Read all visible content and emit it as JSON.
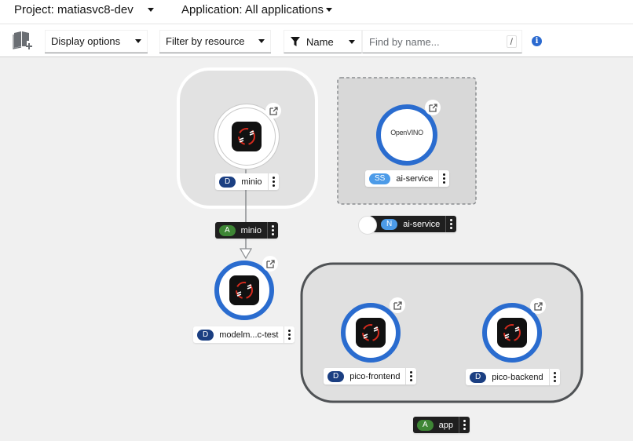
{
  "topbar": {
    "project_label": "Project: matiasvc8-dev",
    "application_label": "Application: All applications"
  },
  "toolbar": {
    "display_options": "Display options",
    "filter_by_resource": "Filter by resource",
    "filter_type": "Name",
    "search_placeholder": "Find by name...",
    "search_shortcut": "/"
  },
  "colors": {
    "accent_blue": "#2a6ccf",
    "deployment_badge": "#1b3f82",
    "statefulset_badge": "#4c9be8",
    "application_badge": "#3e8635",
    "dark_label": "#1f1f1f"
  },
  "topology": {
    "nodes": [
      {
        "id": "minio",
        "kind_badge": "D",
        "name": "minio",
        "icon": "openshift-icon"
      },
      {
        "id": "ai-service-ss",
        "kind_badge": "SS",
        "name": "ai-service",
        "icon": "openvino-logo",
        "logo_text": "OpenVINO"
      },
      {
        "id": "modelmesh",
        "kind_badge": "D",
        "name": "modelm...c-test",
        "icon": "openshift-icon"
      },
      {
        "id": "pico-frontend",
        "kind_badge": "D",
        "name": "pico-frontend",
        "icon": "openshift-icon"
      },
      {
        "id": "pico-backend",
        "kind_badge": "D",
        "name": "pico-backend",
        "icon": "openshift-icon"
      }
    ],
    "groups": [
      {
        "id": "app-minio",
        "kind_badge": "A",
        "name": "minio"
      },
      {
        "id": "ns-ai-service",
        "kind_badge": "N",
        "name": "ai-service"
      },
      {
        "id": "app-app",
        "kind_badge": "A",
        "name": "app"
      }
    ]
  }
}
